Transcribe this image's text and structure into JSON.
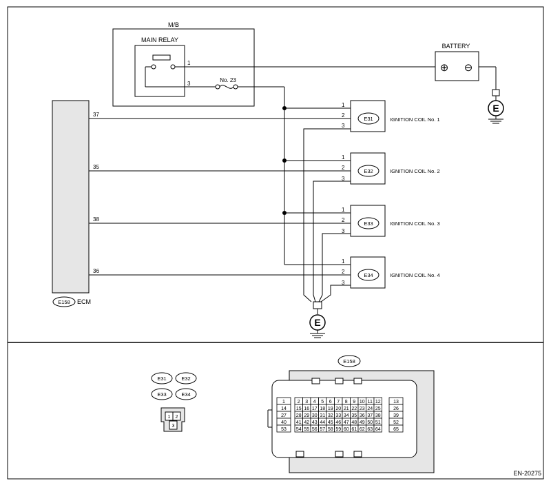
{
  "mb": {
    "label": "M/B"
  },
  "main_relay": {
    "label": "MAIN RELAY",
    "pin_1": "1",
    "pin_3": "3"
  },
  "fuse": {
    "label": "No. 23"
  },
  "battery": {
    "label": "BATTERY",
    "plus": "⊕",
    "minus": "⊖"
  },
  "ground": {
    "symbol": "E"
  },
  "ecm": {
    "connector": "E158",
    "label": "ECM",
    "pins": [
      "37",
      "35",
      "38",
      "36"
    ]
  },
  "coils": [
    {
      "connector": "E31",
      "label": "IGNITION COIL No. 1",
      "p1": "1",
      "p2": "2",
      "p3": "3"
    },
    {
      "connector": "E32",
      "label": "IGNITION COIL No. 2",
      "p1": "1",
      "p2": "2",
      "p3": "3"
    },
    {
      "connector": "E33",
      "label": "IGNITION COIL No. 3",
      "p1": "1",
      "p2": "2",
      "p3": "3"
    },
    {
      "connector": "E34",
      "label": "IGNITION COIL No. 4",
      "p1": "1",
      "p2": "2",
      "p3": "3"
    }
  ],
  "coil_connector": {
    "pins": [
      "1",
      "2",
      "3"
    ]
  },
  "ecm_connector": {
    "label": "E158",
    "rows": [
      [
        "1",
        "2",
        "3",
        "4",
        "5",
        "6",
        "7",
        "8",
        "9",
        "10",
        "11",
        "12",
        "13"
      ],
      [
        "14",
        "15",
        "16",
        "17",
        "18",
        "19",
        "20",
        "21",
        "22",
        "23",
        "24",
        "25",
        "26"
      ],
      [
        "27",
        "28",
        "29",
        "30",
        "31",
        "32",
        "33",
        "34",
        "35",
        "36",
        "37",
        "38",
        "39"
      ],
      [
        "40",
        "41",
        "42",
        "43",
        "44",
        "45",
        "46",
        "47",
        "48",
        "49",
        "50",
        "51",
        "52"
      ],
      [
        "53",
        "54",
        "55",
        "56",
        "57",
        "58",
        "59",
        "60",
        "61",
        "62",
        "63",
        "64",
        "65"
      ]
    ]
  },
  "figure_id": "EN-20275"
}
